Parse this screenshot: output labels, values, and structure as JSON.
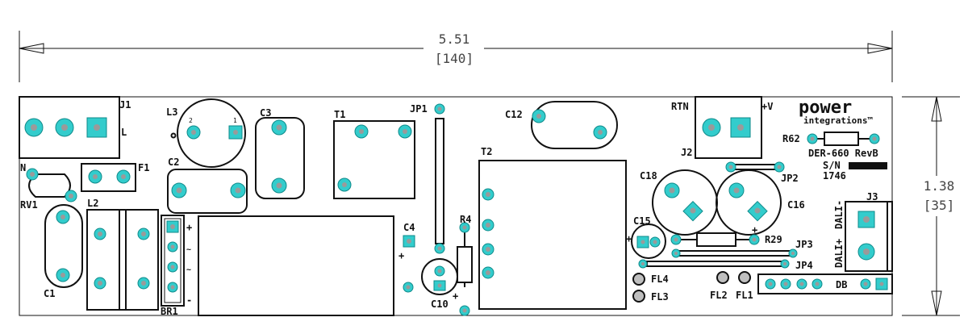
{
  "dimensions": {
    "width_in": "5.51",
    "width_mm": "[140]",
    "height_in": "1.38",
    "height_mm": "[35]"
  },
  "brand": {
    "line1": "power",
    "line2": "integrations™"
  },
  "board": {
    "part": "DER-660 RevB",
    "serial_label": "S/N",
    "date_code": "1746"
  },
  "labels": {
    "j1": "J1",
    "n": "N",
    "l": "L",
    "l3": "L3",
    "c3": "C3",
    "t1": "T1",
    "jp1": "JP1",
    "c12": "C12",
    "rtn": "RTN",
    "plus_v": "+V",
    "j2": "J2",
    "r62": "R62",
    "f1": "F1",
    "rv1": "RV1",
    "c2": "C2",
    "l2": "L2",
    "c1": "C1",
    "br1": "BR1",
    "c4": "C4",
    "r4": "R4",
    "c10": "C10",
    "t2": "T2",
    "c18": "C18",
    "c16": "C16",
    "jp2": "JP2",
    "j3": "J3",
    "dali_neg": "DALI-",
    "dali_pos": "DALI+",
    "c15": "C15",
    "r29": "R29",
    "jp3": "JP3",
    "jp4": "JP4",
    "fl4": "FL4",
    "fl3": "FL3",
    "fl2": "FL2",
    "fl1": "FL1",
    "db": "DB",
    "l3_pin2": "2",
    "l3_pin1": "1"
  }
}
